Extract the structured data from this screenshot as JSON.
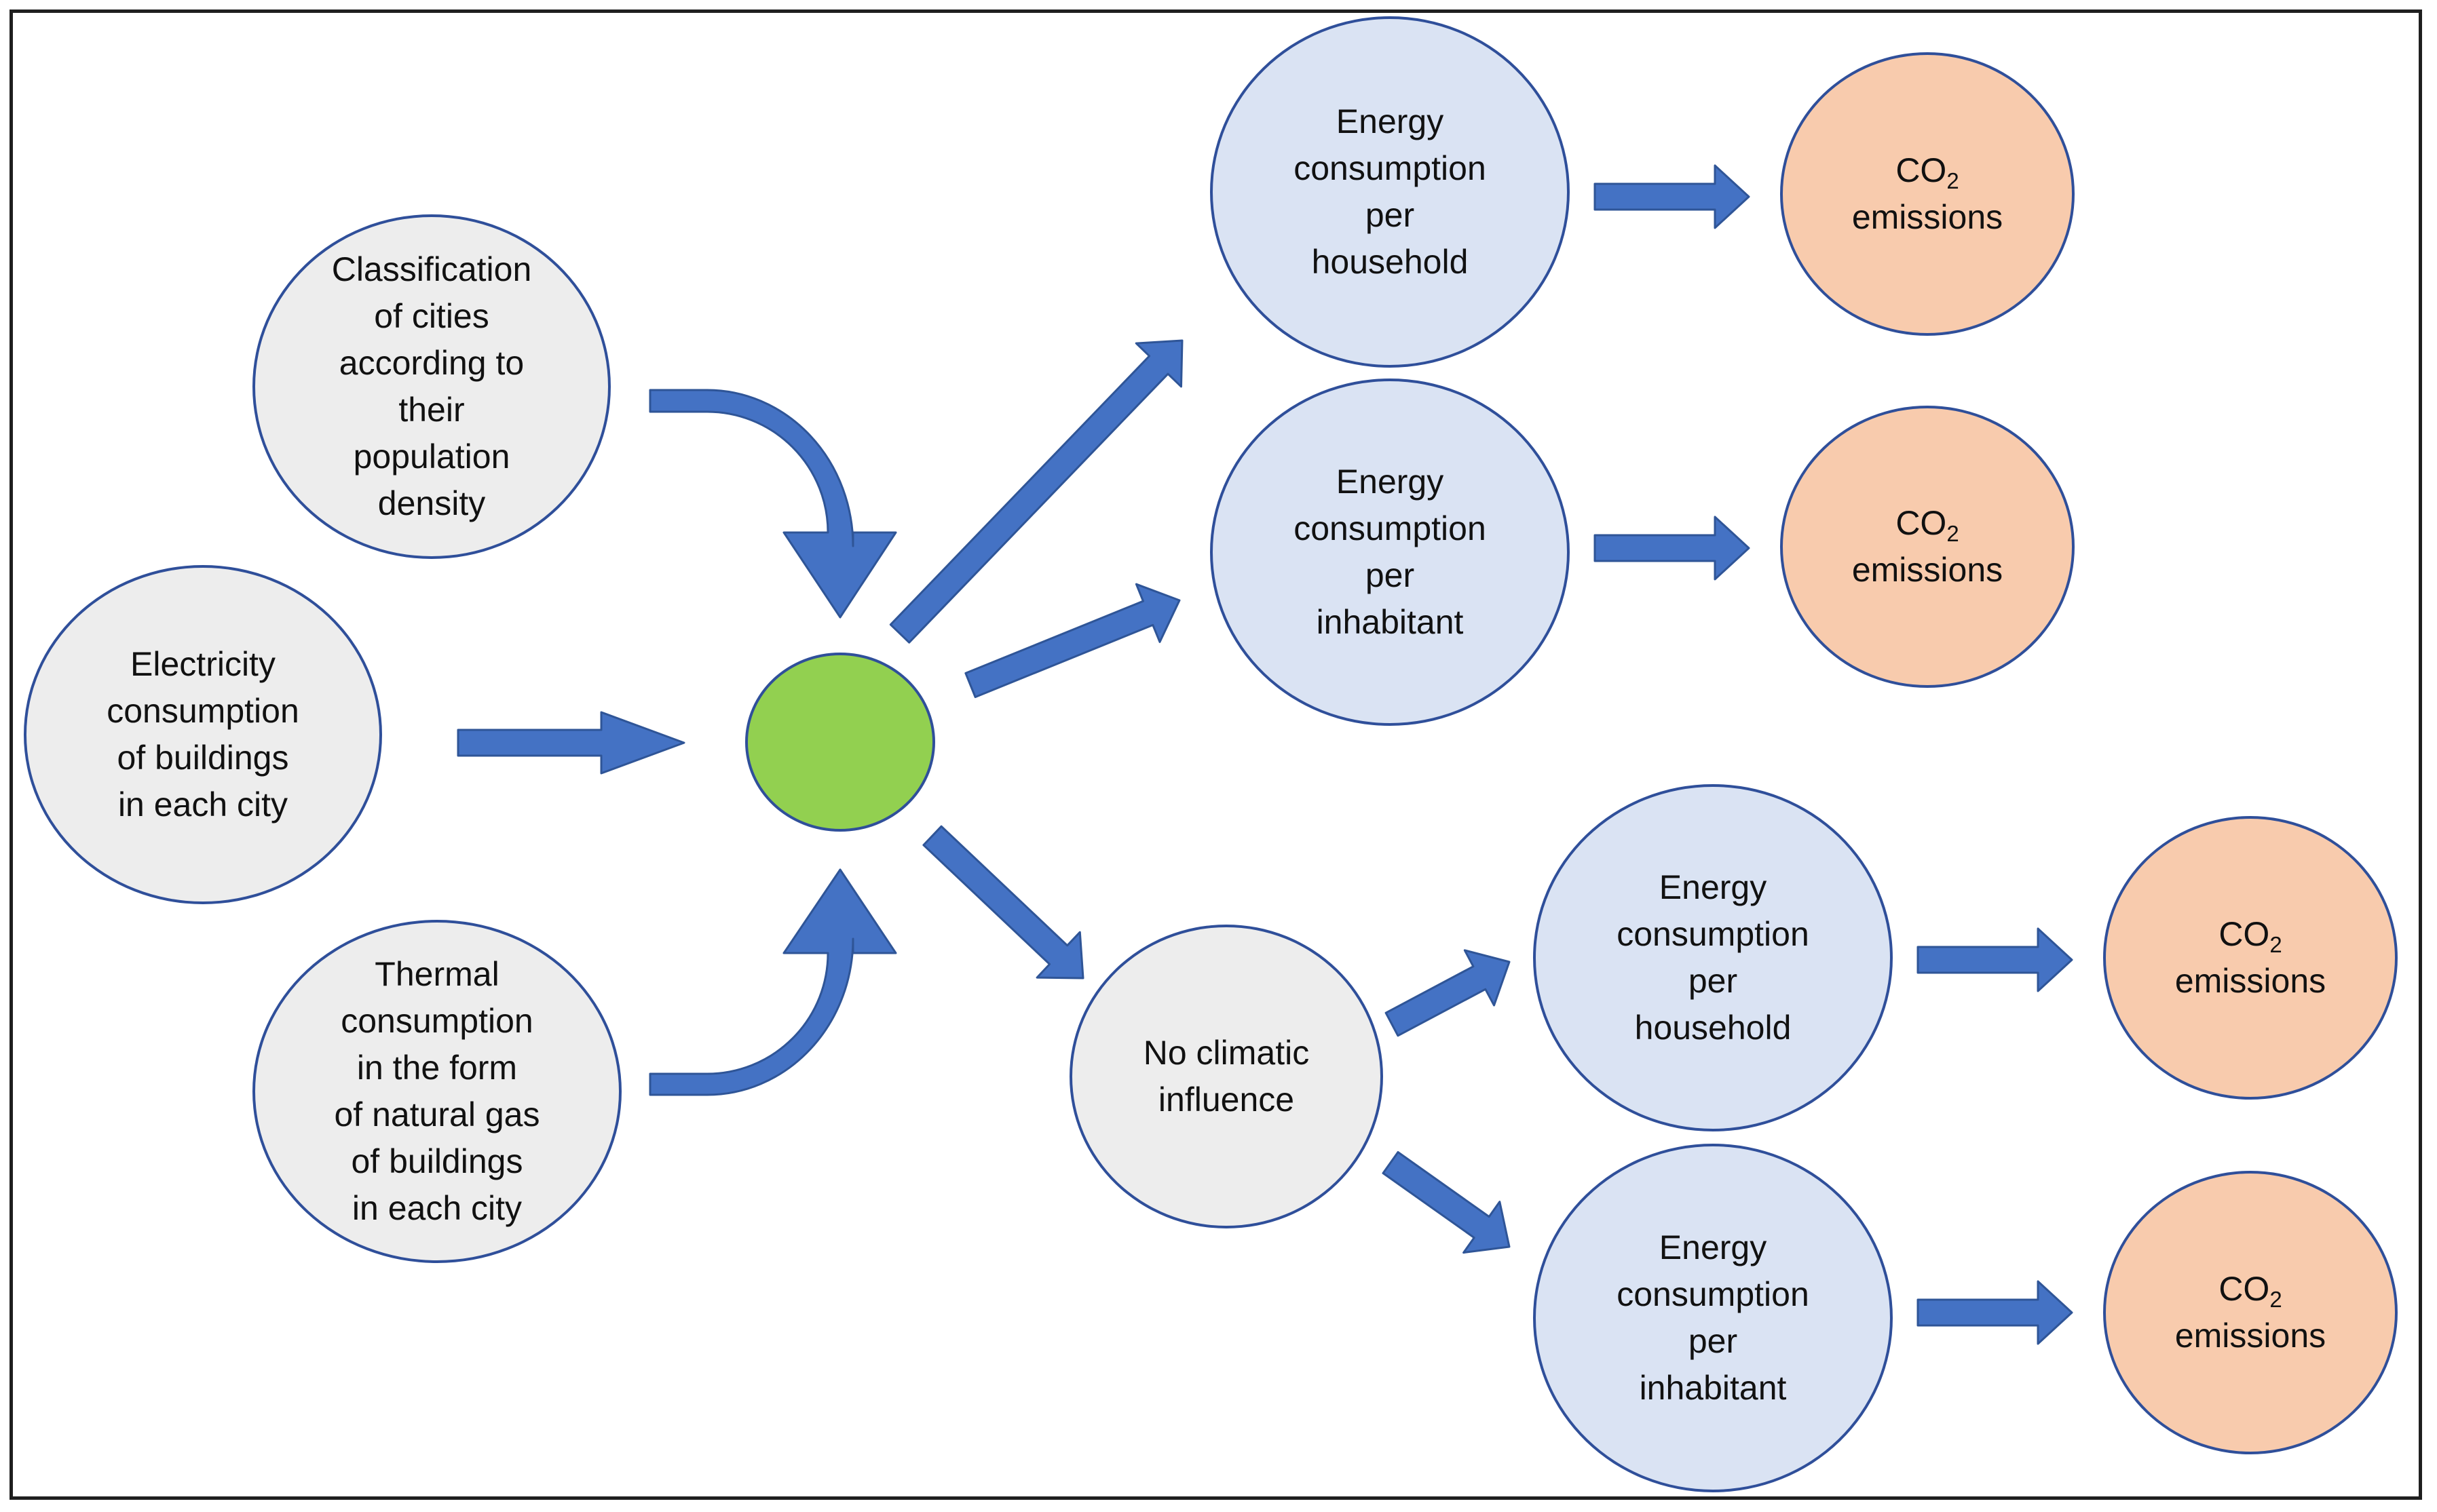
{
  "colors": {
    "arrow": "#4472c4",
    "outline": "#2f4f9a",
    "input_fill": "#ededed",
    "energy_fill": "#dae3f3",
    "co2_fill": "#f8cbad",
    "center_fill": "#92d050"
  },
  "inputs": {
    "classification": "Classification\nof cities\naccording to\ntheir\npopulation\ndensity",
    "electricity": "Electricity\nconsumption\nof buildings\nin each city",
    "thermal": "Thermal\nconsumption\nin the form\nof natural gas\nof buildings\nin each city"
  },
  "branch_top": {
    "household": "Energy\nconsumption\nper\nhousehold",
    "inhabitant": "Energy\nconsumption\nper\ninhabitant"
  },
  "no_climatic": "No climatic\ninfluence",
  "branch_bottom": {
    "household": "Energy\nconsumption\nper\nhousehold",
    "inhabitant": "Energy\nconsumption\nper\ninhabitant"
  },
  "co2": {
    "prefix": "CO",
    "subscript": "2",
    "suffix": "emissions"
  }
}
